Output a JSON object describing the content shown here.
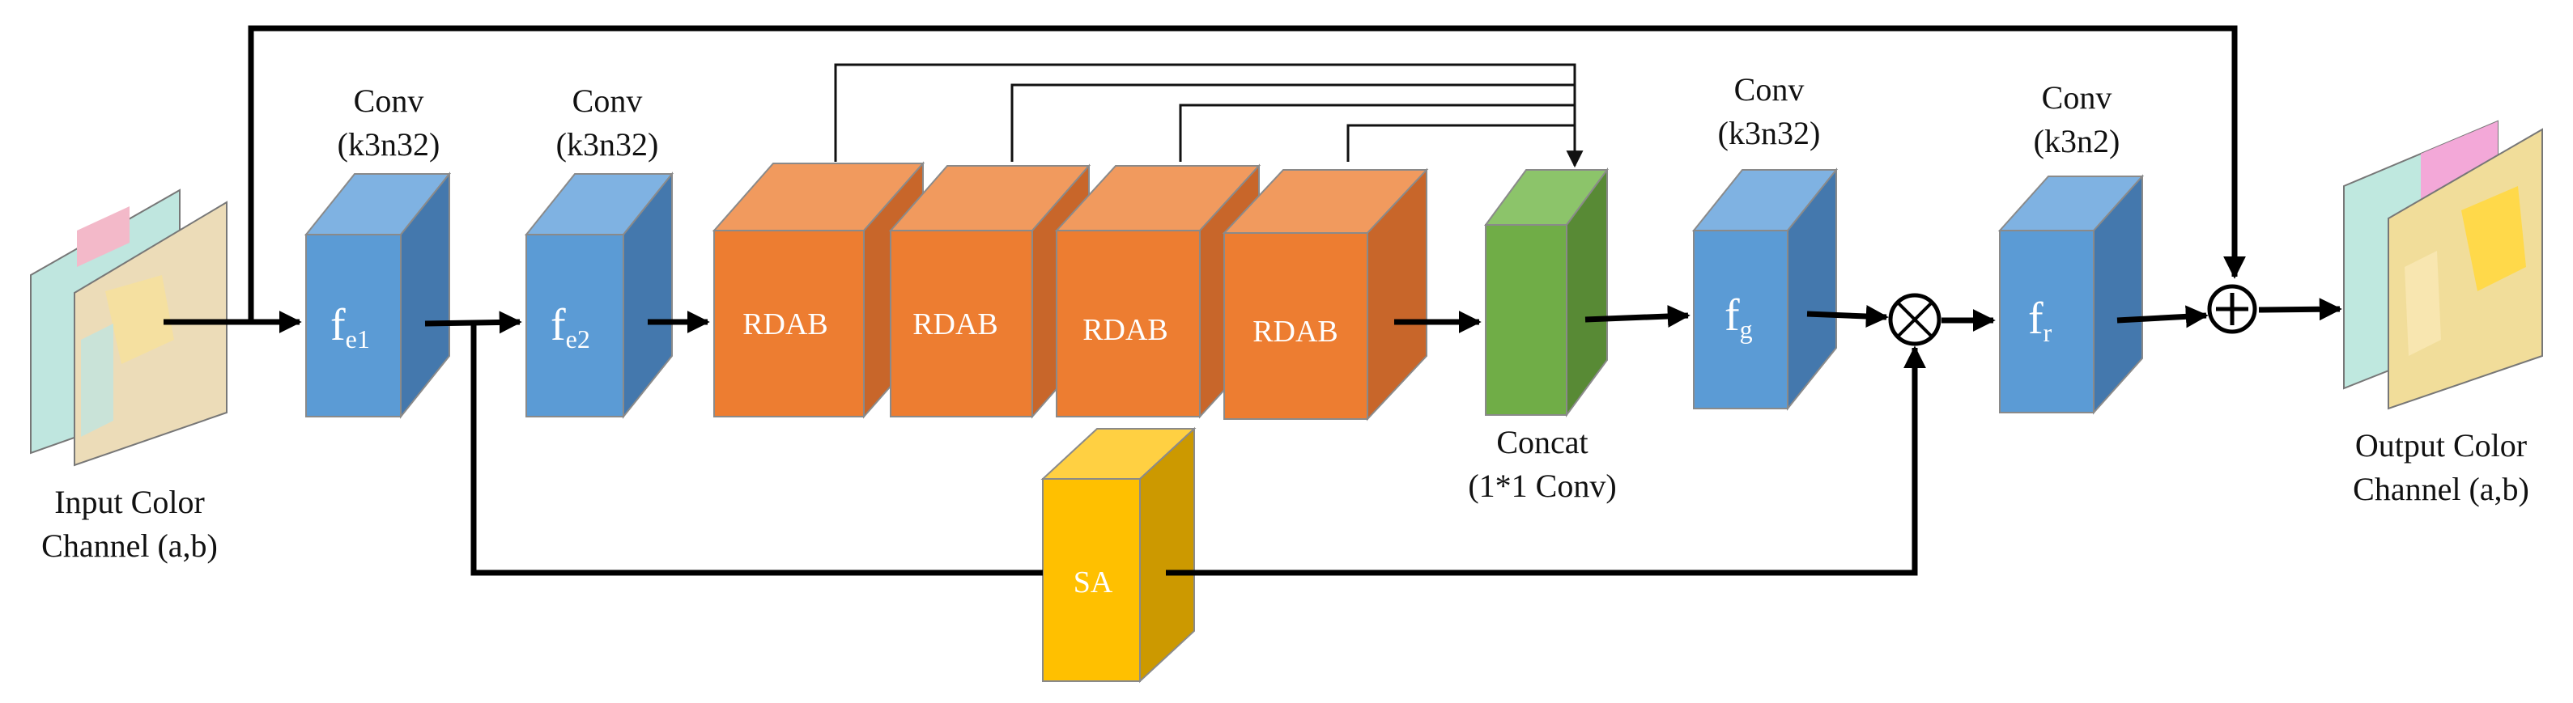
{
  "colors": {
    "conv_front": "#5b9bd5",
    "conv_top": "#7fb2e2",
    "conv_side": "#4478ad",
    "rdab_front": "#ed7d31",
    "rdab_top": "#f19a5e",
    "rdab_side": "#c8662a",
    "concat_front": "#70ad47",
    "concat_top": "#8cc46a",
    "concat_side": "#588a35",
    "sa_front": "#ffc000",
    "sa_top": "#ffd042",
    "sa_side": "#cc9900",
    "wire": "#000000"
  },
  "input": {
    "caption_line1": "Input Color",
    "caption_line2": "Channel (a,b)"
  },
  "output": {
    "caption_line1": "Output Color",
    "caption_line2": "Channel (a,b)"
  },
  "blocks": {
    "fe1": {
      "label_main": "f",
      "label_sub": "e1",
      "caption_line1": "Conv",
      "caption_line2": "(k3n32)"
    },
    "fe2": {
      "label_main": "f",
      "label_sub": "e2",
      "caption_line1": "Conv",
      "caption_line2": "(k3n32)"
    },
    "rdab": [
      "RDAB",
      "RDAB",
      "RDAB",
      "RDAB"
    ],
    "concat": {
      "caption_line1": "Concat",
      "caption_line2": "(1*1 Conv)"
    },
    "fg": {
      "label_main": "f",
      "label_sub": "g",
      "caption_line1": "Conv",
      "caption_line2": "(k3n32)"
    },
    "fr": {
      "label_main": "f",
      "label_sub": "r",
      "caption_line1": "Conv",
      "caption_line2": "(k3n2)"
    },
    "sa": {
      "label": "SA"
    }
  },
  "operators": {
    "multiply_symbol": "⊗",
    "add_symbol": "⊕"
  }
}
